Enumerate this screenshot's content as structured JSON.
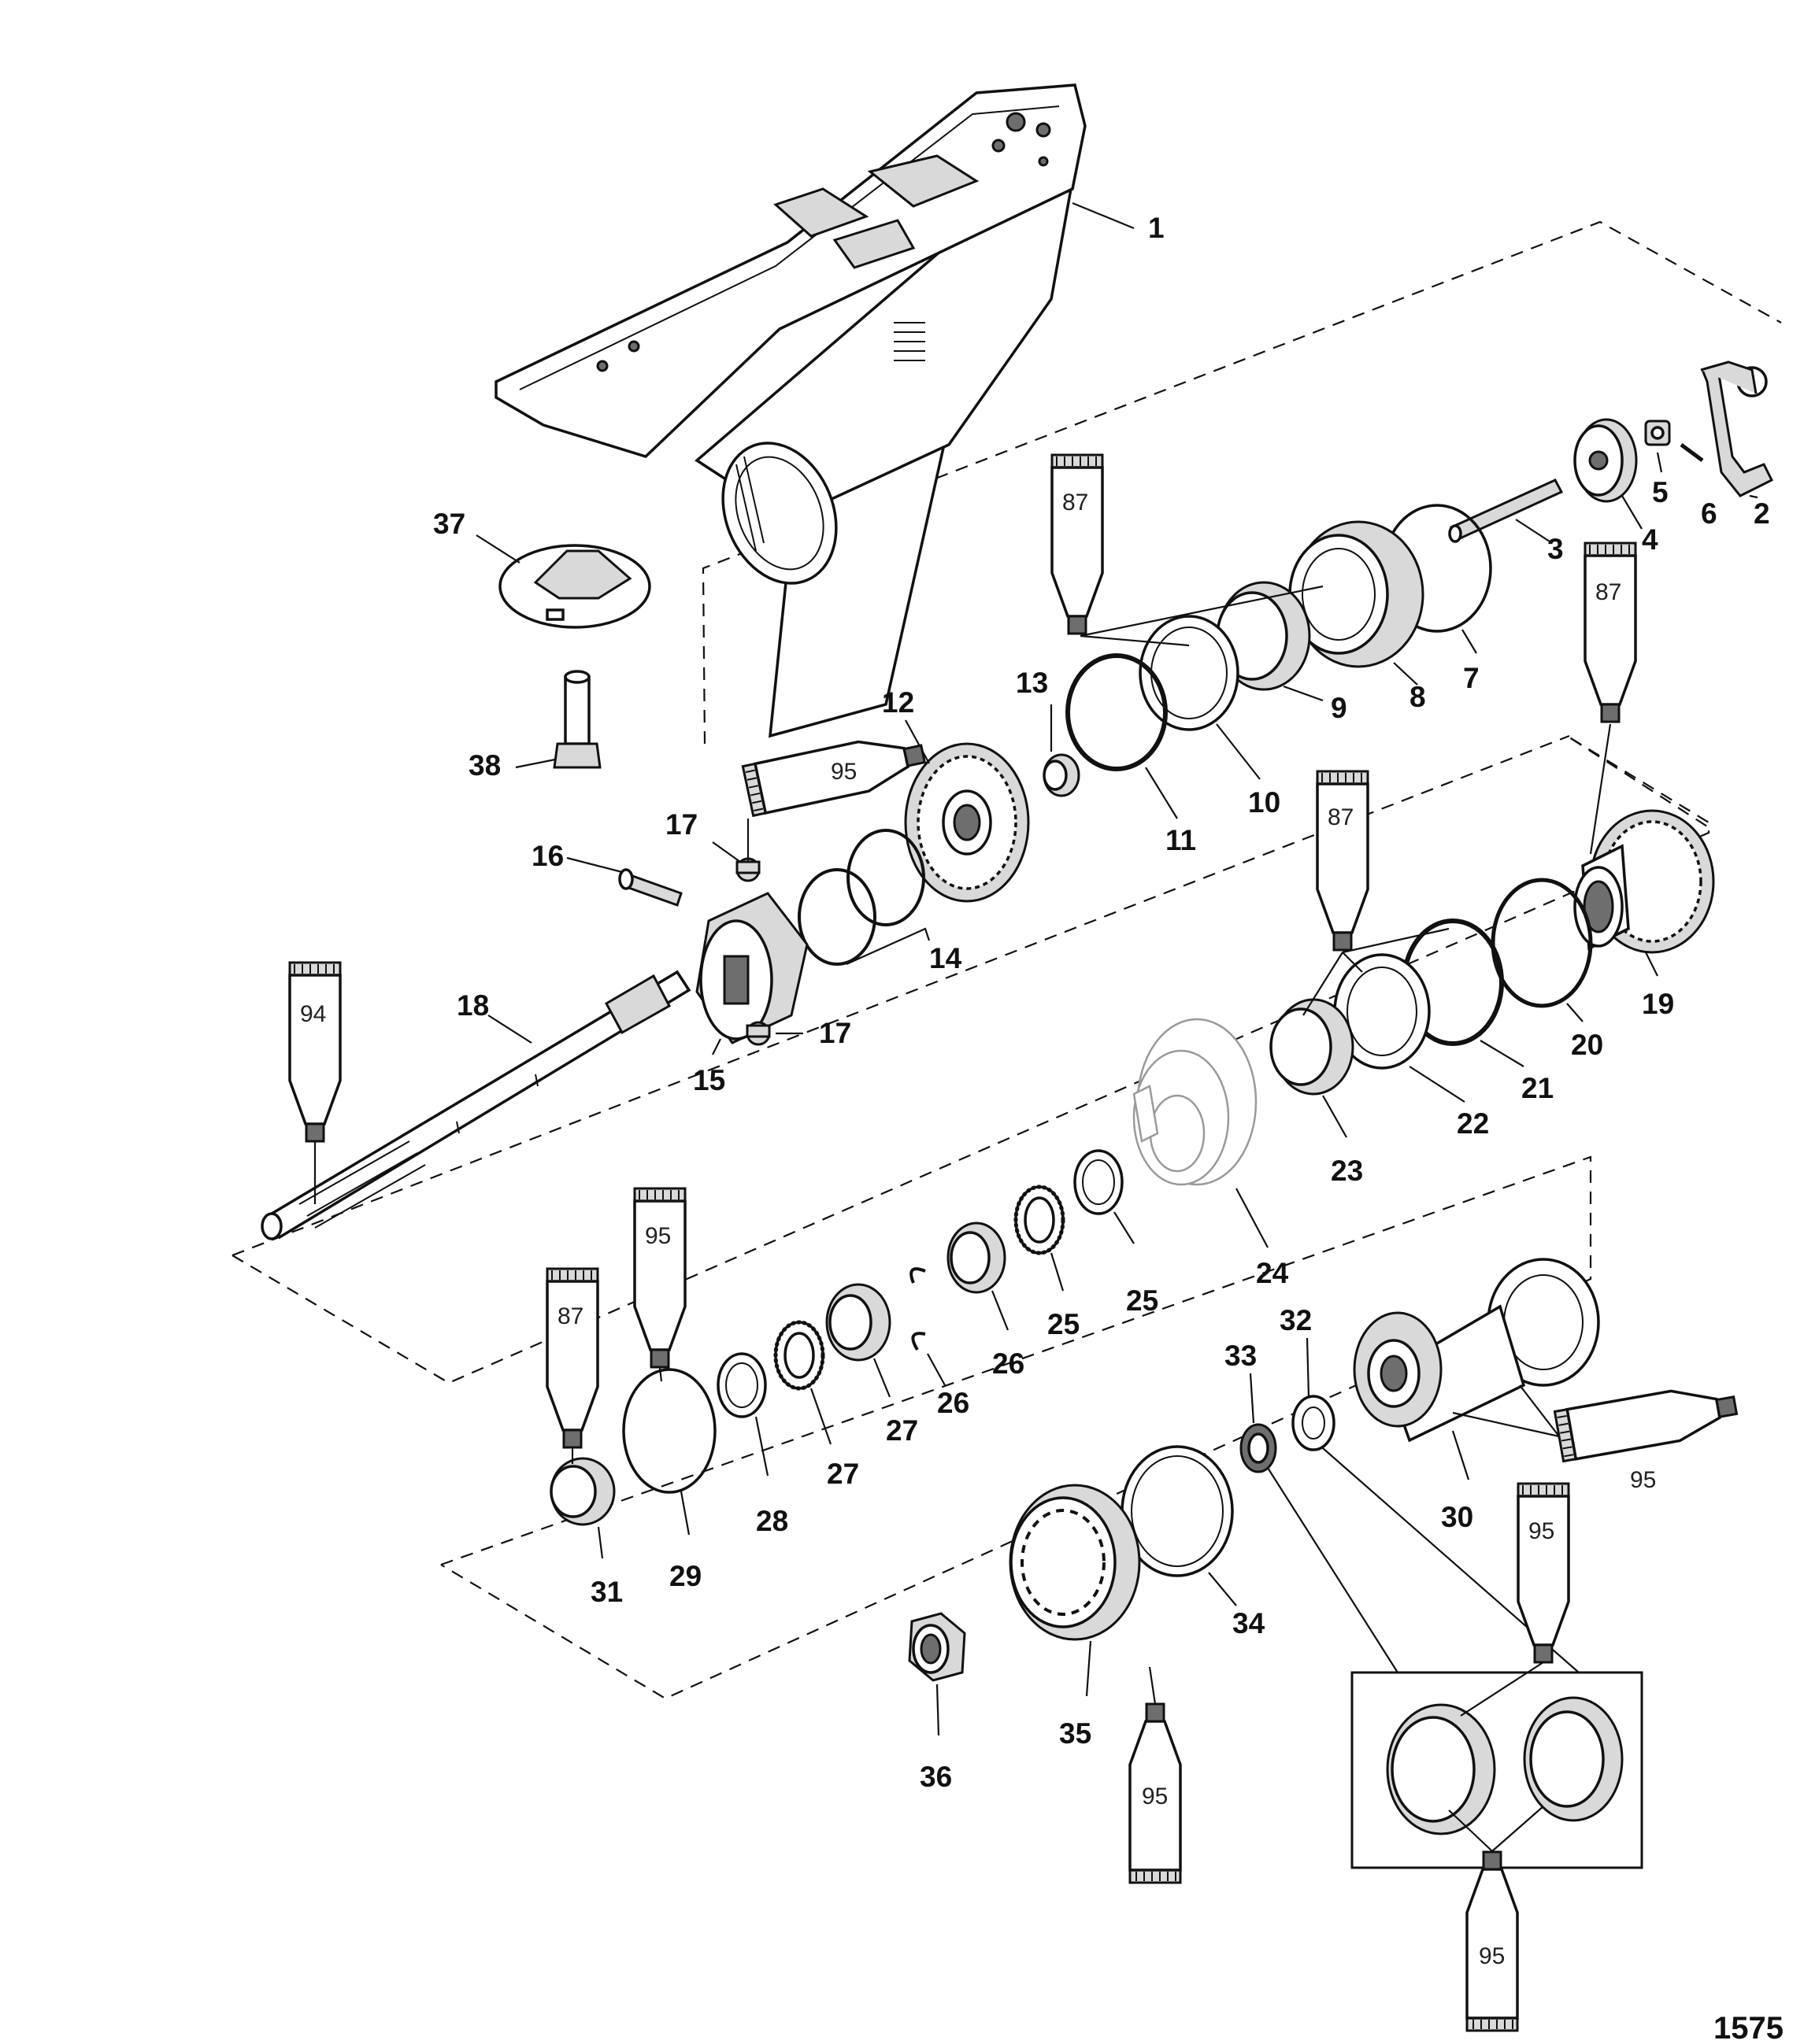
{
  "figure_id": "1575",
  "callouts": [
    {
      "id": "c1",
      "label": "1"
    },
    {
      "id": "c2",
      "label": "2"
    },
    {
      "id": "c3",
      "label": "3"
    },
    {
      "id": "c4",
      "label": "4"
    },
    {
      "id": "c5",
      "label": "5"
    },
    {
      "id": "c6",
      "label": "6"
    },
    {
      "id": "c7",
      "label": "7"
    },
    {
      "id": "c8",
      "label": "8"
    },
    {
      "id": "c9",
      "label": "9"
    },
    {
      "id": "c10",
      "label": "10"
    },
    {
      "id": "c11",
      "label": "11"
    },
    {
      "id": "c12",
      "label": "12"
    },
    {
      "id": "c13",
      "label": "13"
    },
    {
      "id": "c14",
      "label": "14"
    },
    {
      "id": "c15",
      "label": "15"
    },
    {
      "id": "c16",
      "label": "16"
    },
    {
      "id": "c17a",
      "label": "17"
    },
    {
      "id": "c17b",
      "label": "17"
    },
    {
      "id": "c18",
      "label": "18"
    },
    {
      "id": "c19",
      "label": "19"
    },
    {
      "id": "c20",
      "label": "20"
    },
    {
      "id": "c21",
      "label": "21"
    },
    {
      "id": "c22",
      "label": "22"
    },
    {
      "id": "c23",
      "label": "23"
    },
    {
      "id": "c24",
      "label": "24"
    },
    {
      "id": "c25a",
      "label": "25"
    },
    {
      "id": "c25b",
      "label": "25"
    },
    {
      "id": "c26a",
      "label": "26"
    },
    {
      "id": "c26b",
      "label": "26"
    },
    {
      "id": "c27a",
      "label": "27"
    },
    {
      "id": "c27b",
      "label": "27"
    },
    {
      "id": "c28",
      "label": "28"
    },
    {
      "id": "c29",
      "label": "29"
    },
    {
      "id": "c30",
      "label": "30"
    },
    {
      "id": "c31",
      "label": "31"
    },
    {
      "id": "c32",
      "label": "32"
    },
    {
      "id": "c33",
      "label": "33"
    },
    {
      "id": "c34",
      "label": "34"
    },
    {
      "id": "c35",
      "label": "35"
    },
    {
      "id": "c36",
      "label": "36"
    },
    {
      "id": "c37",
      "label": "37"
    },
    {
      "id": "c38",
      "label": "38"
    }
  ],
  "tubes": [
    {
      "id": "t1",
      "label": "87"
    },
    {
      "id": "t2",
      "label": "87"
    },
    {
      "id": "t3",
      "label": "87"
    },
    {
      "id": "t4",
      "label": "95"
    },
    {
      "id": "t5",
      "label": "94"
    },
    {
      "id": "t6",
      "label": "95"
    },
    {
      "id": "t7",
      "label": "87"
    },
    {
      "id": "t8",
      "label": "95"
    },
    {
      "id": "t9",
      "label": "95"
    },
    {
      "id": "t10",
      "label": "95"
    },
    {
      "id": "t11",
      "label": "95"
    }
  ]
}
